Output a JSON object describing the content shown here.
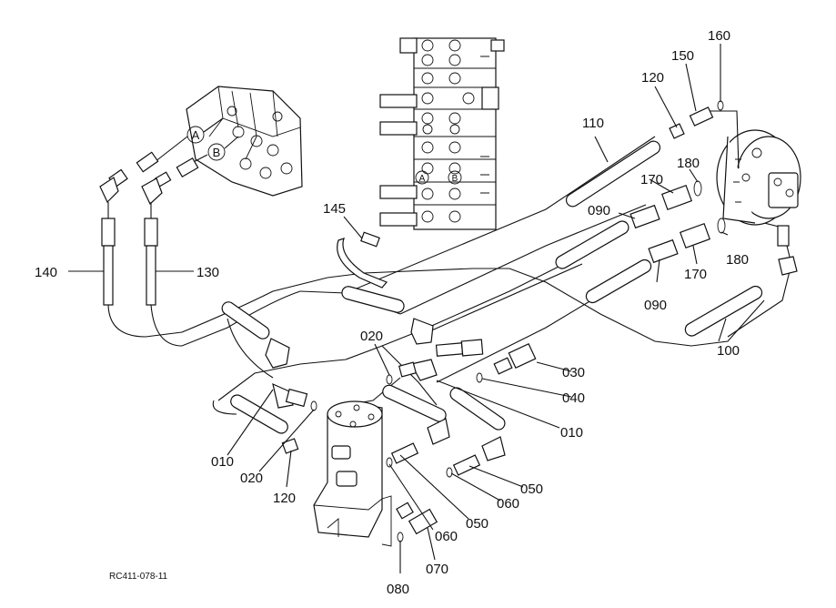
{
  "reference_code": "RC411-078-11",
  "ports": {
    "a": "A",
    "b": "B"
  },
  "labels": {
    "p010a": "010",
    "p010b": "010",
    "p020a": "020",
    "p020b": "020",
    "p030": "030",
    "p040": "040",
    "p050a": "050",
    "p050b": "050",
    "p060a": "060",
    "p060b": "060",
    "p070": "070",
    "p080": "080",
    "p090a": "090",
    "p090b": "090",
    "p100": "100",
    "p110": "110",
    "p120a": "120",
    "p120b": "120",
    "p130": "130",
    "p140": "140",
    "p145": "145",
    "p150": "150",
    "p160": "160",
    "p170a": "170",
    "p170b": "170",
    "p180a": "180",
    "p180b": "180"
  }
}
